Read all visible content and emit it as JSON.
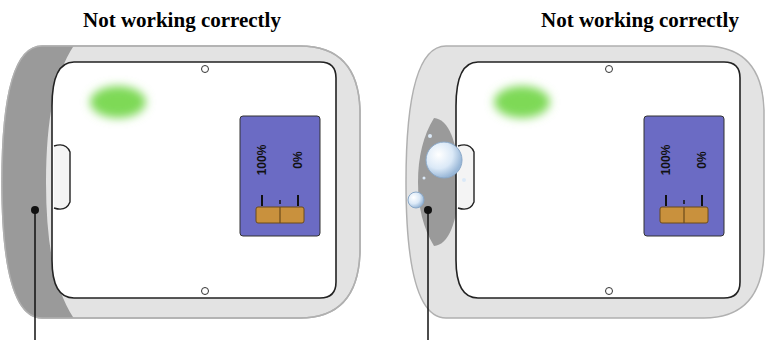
{
  "diagram": {
    "nodes": [
      {
        "text": [
          "100%",
          "0%"
        ]
      },
      {
        "text": [
          "100%",
          "0%"
        ]
      }
    ],
    "labels": [
      "Not working correctly",
      "Not working correctly"
    ]
  }
}
